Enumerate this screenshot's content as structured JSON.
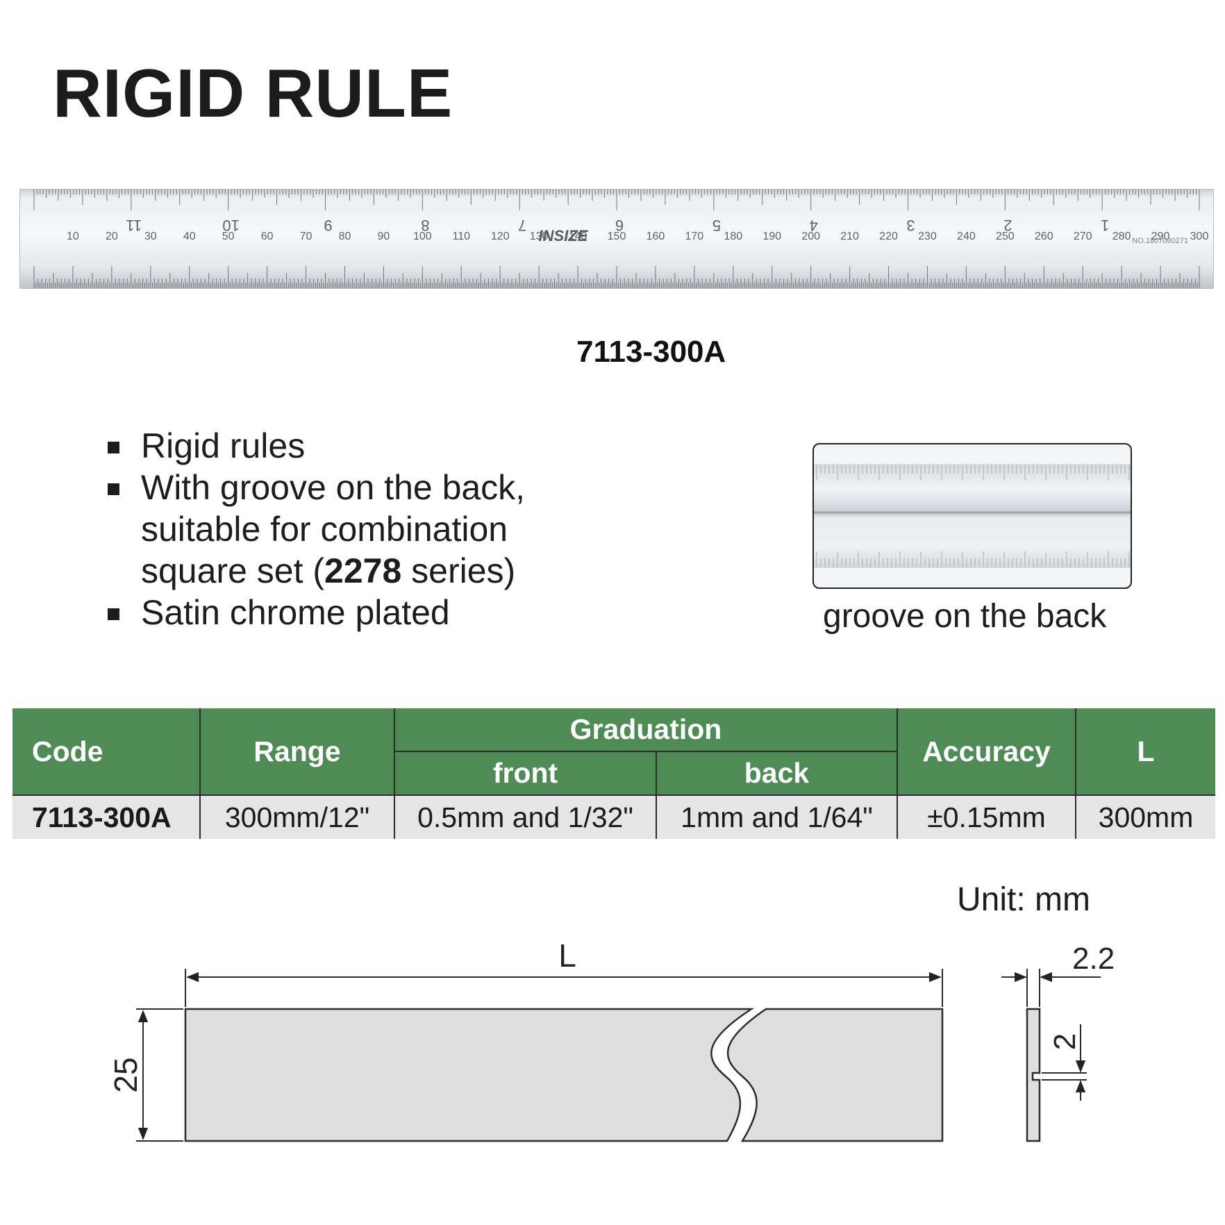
{
  "title": "RIGID RULE",
  "ruler": {
    "brand": "INSIZE",
    "serial": "NO.1807080271",
    "mm_labels": [
      "10",
      "20",
      "30",
      "40",
      "50",
      "60",
      "70",
      "80",
      "90",
      "100",
      "110",
      "120",
      "130",
      "140",
      "150",
      "160",
      "170",
      "180",
      "190",
      "200",
      "210",
      "220",
      "230",
      "240",
      "250",
      "260",
      "270",
      "280",
      "290",
      "300"
    ],
    "inch_labels": [
      "11",
      "10",
      "9",
      "8",
      "7",
      "6",
      "5",
      "4",
      "3",
      "2",
      "1"
    ],
    "code": "7113-300A"
  },
  "features": {
    "item1": "Rigid rules",
    "item2_line1": "With groove on the back,",
    "item2_line2": "suitable for combination",
    "item2_line3_pre": "square set (",
    "item2_line3_bold": "2278",
    "item2_line3_post": " series)",
    "item3": "Satin chrome plated"
  },
  "groove": {
    "caption": "groove on the back"
  },
  "table": {
    "headers": {
      "code": "Code",
      "range": "Range",
      "graduation": "Graduation",
      "front": "front",
      "back": "back",
      "accuracy": "Accuracy",
      "length": "L"
    },
    "row": {
      "code": "7113-300A",
      "range": "300mm/12\"",
      "front": "0.5mm and 1/32\"",
      "back": "1mm and 1/64\"",
      "accuracy": "±0.15mm",
      "length": "300mm"
    }
  },
  "drawing": {
    "unit": "Unit: mm",
    "length_label": "L",
    "width_label": "25",
    "thickness_label": "2.2",
    "groove_label": "2"
  }
}
